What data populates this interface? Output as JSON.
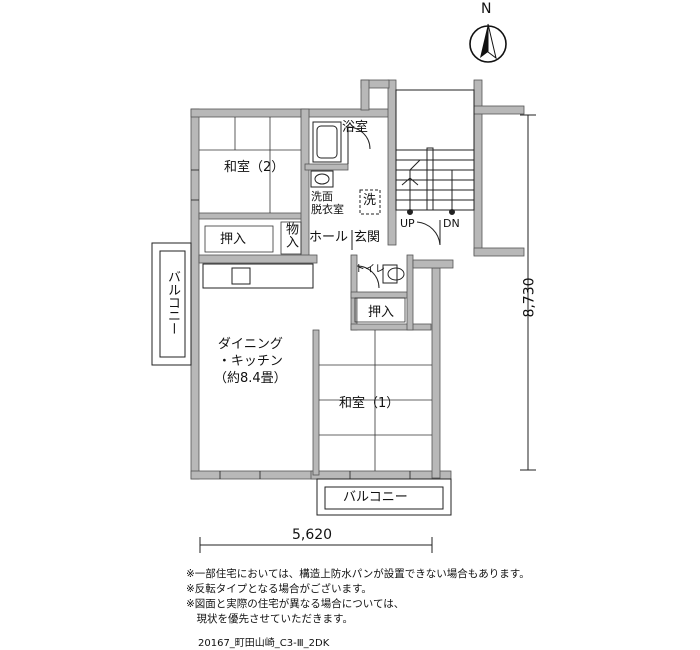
{
  "compass": {
    "label": "N"
  },
  "rooms": {
    "washitsu2": "和室（2）",
    "yokushitsu": "浴室",
    "senmen": "洗面\n脱衣室",
    "sen": "洗",
    "oshiire_top": "押入",
    "monoire": "物入",
    "hall": "ホール",
    "genkan": "玄関",
    "toilet": "トイレ",
    "oshiire_mid": "押入",
    "dining": "ダイニング\n・キッチン\n（約8.4畳）",
    "washitsu1": "和室（1）",
    "balcony_left": "バルコニー",
    "balcony_bottom": "バルコニー",
    "up": "UP",
    "dn": "DN"
  },
  "dimensions": {
    "height": "8,730",
    "width": "5,620"
  },
  "notes": [
    "※一部住宅においては、構造上防水パンが設置できない場合もあります。",
    "※反転タイプとなる場合がございます。",
    "※図面と実際の住宅が異なる場合については、",
    "　現状を優先させていただきます。"
  ],
  "reference": "20167_町田山崎_C3-Ⅲ_2DK"
}
